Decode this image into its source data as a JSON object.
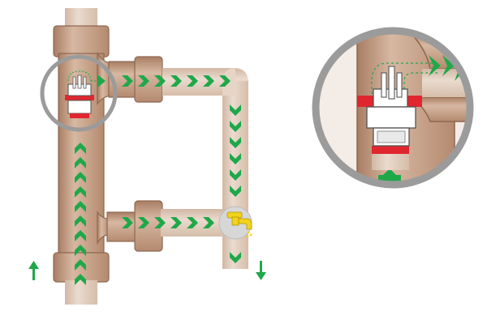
{
  "colors": {
    "pipe": "#c49a7e",
    "pipe_dark": "#8e6750",
    "pipe_light": "#dcc1ad",
    "fitting": "#bd9175",
    "arrow_green": "#1fa84a",
    "arrow_flow_dotted": "#1fa84a",
    "seal_red": "#e0262f",
    "valve_body": "#ffffff",
    "valve_outline": "#555555",
    "magnifier_ring": "#9b9b9b",
    "faucet": "#f2d21c",
    "background": "#ffffff"
  },
  "icons": {
    "direction_up": "up-arrow-icon",
    "direction_down": "down-arrow-icon",
    "faucet": "faucet-icon",
    "flow_chevrons": "chevron-arrow-icon"
  },
  "diagram": {
    "direction_indicators": [
      "up",
      "down"
    ],
    "elements": [
      "vertical-supply-pipe",
      "upper-tee-branch",
      "return-loop-pipe",
      "lower-tee-branch",
      "faucet-outlet",
      "valve-cartridge",
      "magnifier-detail"
    ]
  }
}
